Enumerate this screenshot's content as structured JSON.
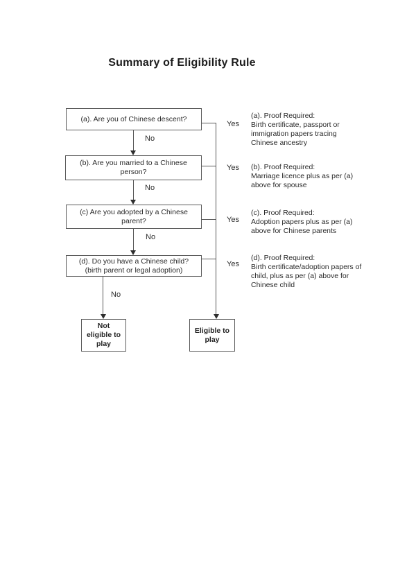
{
  "page": {
    "title": "Summary of Eligibility Rule"
  },
  "labels": {
    "yes": "Yes",
    "no": "No"
  },
  "decisions": [
    {
      "id": "a",
      "question": "(a). Are you of Chinese descent?",
      "proof_heading": "(a). Proof Required:",
      "proof_body": "Birth certificate, passport or\nimmigration papers tracing\nChinese ancestry"
    },
    {
      "id": "b",
      "question": "(b). Are you married to a Chinese\nperson?",
      "proof_heading": "(b). Proof Required:",
      "proof_body": "Marriage licence plus as per (a)\nabove for spouse"
    },
    {
      "id": "c",
      "question": "(c) Are you adopted by a Chinese\nparent?",
      "proof_heading": "(c). Proof Required:",
      "proof_body": "Adoption papers plus as per (a)\nabove for Chinese parents"
    },
    {
      "id": "d",
      "question": "(d). Do you have a Chinese child?\n(birth parent or legal adoption)",
      "proof_heading": "(d). Proof Required:",
      "proof_body": "Birth certificate/adoption papers of\nchild, plus as per (a) above for\nChinese child"
    }
  ],
  "outcomes": {
    "not_eligible": "Not\neligible to\nplay",
    "eligible": "Eligible to\nplay"
  }
}
